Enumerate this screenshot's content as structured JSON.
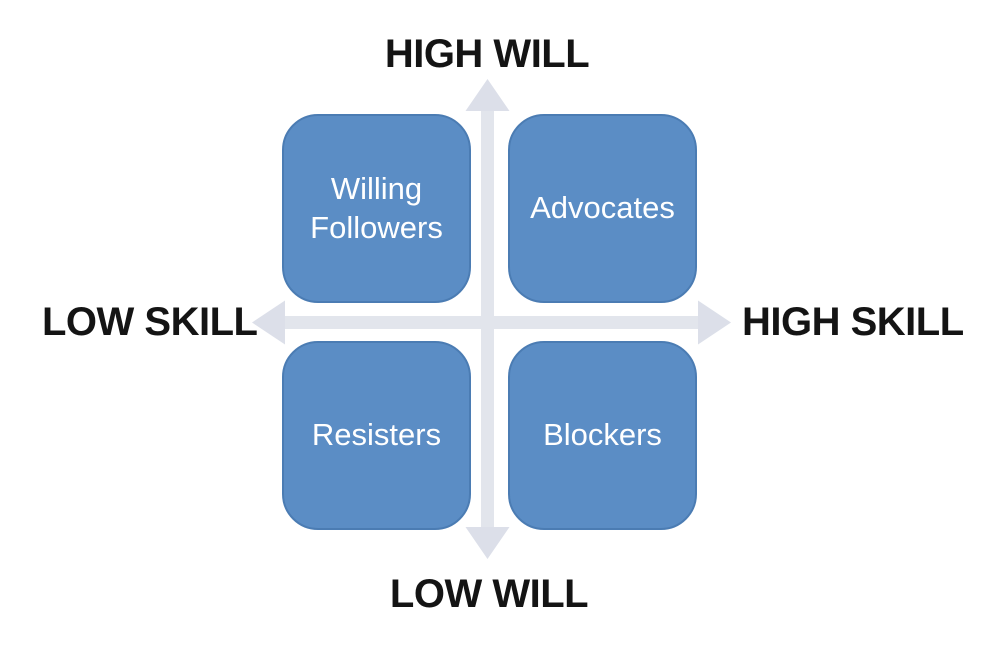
{
  "axes": {
    "top_label": "HIGH WILL",
    "bottom_label": "LOW WILL",
    "left_label": "LOW SKILL",
    "right_label": "HIGH SKILL"
  },
  "quadrants": [
    {
      "position": "top-left",
      "label": "Willing Followers"
    },
    {
      "position": "top-right",
      "label": "Advocates"
    },
    {
      "position": "bottom-left",
      "label": "Resisters"
    },
    {
      "position": "bottom-right",
      "label": "Blockers"
    }
  ],
  "colors": {
    "quadrant_fill": "#5b8dc5",
    "quadrant_border": "#4b7cb3",
    "quadrant_text": "#ffffff",
    "arrow_shaft": "#e2e5ec",
    "arrow_head": "#dcdfe9",
    "axis_text": "#141414",
    "background": "#ffffff"
  }
}
